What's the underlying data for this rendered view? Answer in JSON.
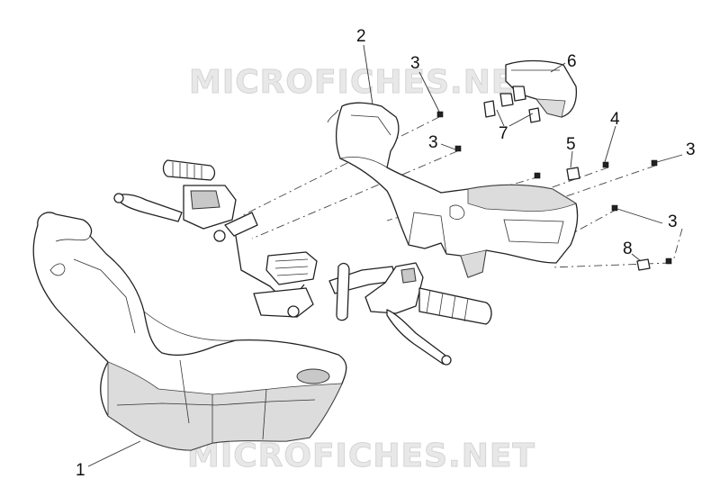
{
  "watermarks": [
    "MICROFICHES.NET",
    "MICROFICHES.NET"
  ],
  "callouts": [
    {
      "id": "c1",
      "label": "1"
    },
    {
      "id": "c2",
      "label": "2"
    },
    {
      "id": "c3a",
      "label": "3"
    },
    {
      "id": "c3b",
      "label": "3"
    },
    {
      "id": "c3c",
      "label": "3"
    },
    {
      "id": "c3d",
      "label": "3"
    },
    {
      "id": "c4",
      "label": "4"
    },
    {
      "id": "c5",
      "label": "5"
    },
    {
      "id": "c6",
      "label": "6"
    },
    {
      "id": "c7",
      "label": "7"
    },
    {
      "id": "c8",
      "label": "8"
    }
  ]
}
